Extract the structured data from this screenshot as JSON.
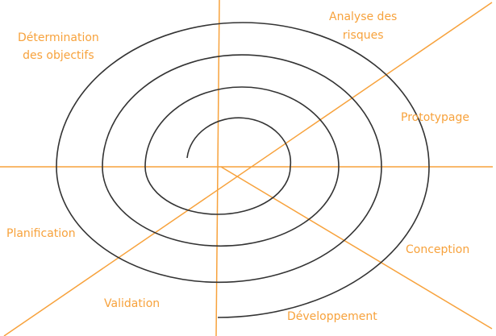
{
  "title": "Spiral model",
  "colors": {
    "axis": "#f7a23c",
    "spiral": "#333333",
    "label": "#f7a23c"
  },
  "labels": {
    "determination": [
      "Détermination",
      "des objectifs"
    ],
    "analyse": [
      "Analyse des",
      "risques"
    ],
    "prototypage": "Prototypage",
    "conception": "Conception",
    "developpement": "Développement",
    "validation": "Validation",
    "planification": "Planification"
  }
}
